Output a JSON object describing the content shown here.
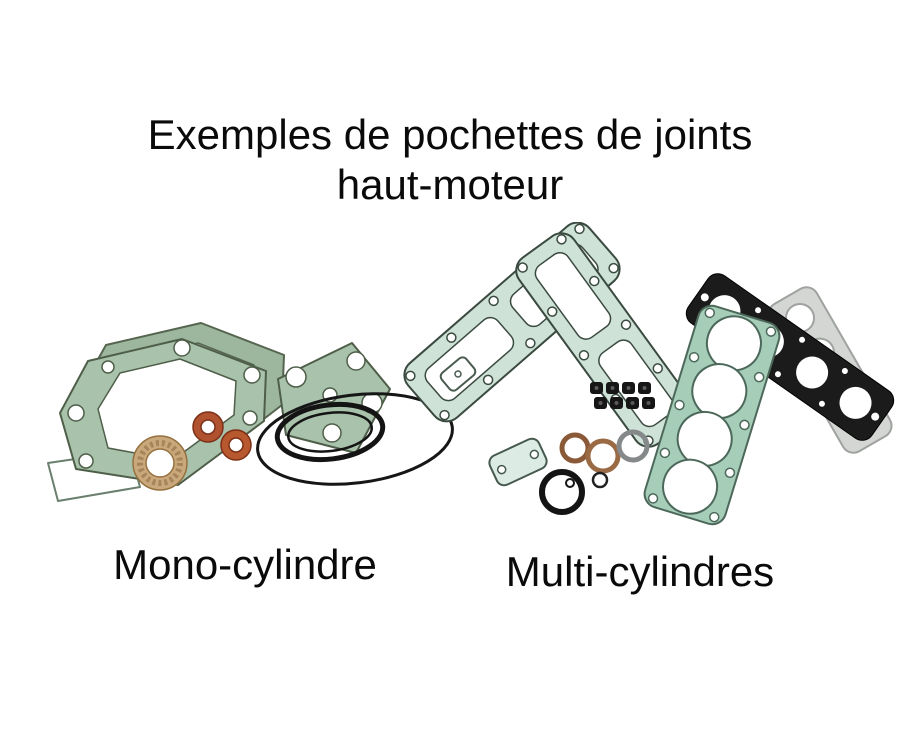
{
  "title": {
    "line1": "Exemples de pochettes de joints",
    "line2": "haut-moteur"
  },
  "figures": {
    "mono": {
      "caption": "Mono-cylindre",
      "parts": [
        "cylinder-base-gasket",
        "head-gasket-diamond",
        "copper-washers",
        "fiber-washer",
        "o-ring-double",
        "o-ring-large"
      ]
    },
    "multi": {
      "caption": "Multi-cylindres",
      "parts": [
        "valve-cover-gasket-left",
        "valve-cover-gasket-right",
        "four-bore-head-gasket-green",
        "four-bore-head-gasket-black",
        "metal-head-gasket",
        "valve-stem-seals",
        "copper-rings",
        "small-port-gasket",
        "round-seal-gasket",
        "small-o-ring"
      ]
    }
  },
  "colors": {
    "background": "#ffffff",
    "text": "#0a0a0a",
    "gasket_green": "#a9c2ab",
    "gasket_teal": "#cfe2d8",
    "head_gasket_green": "#a6cdb8",
    "copper": "#b05230",
    "fiber_tan": "#c9a87c",
    "rubber_black": "#161616",
    "metal_gray": "#d3d6d3"
  }
}
